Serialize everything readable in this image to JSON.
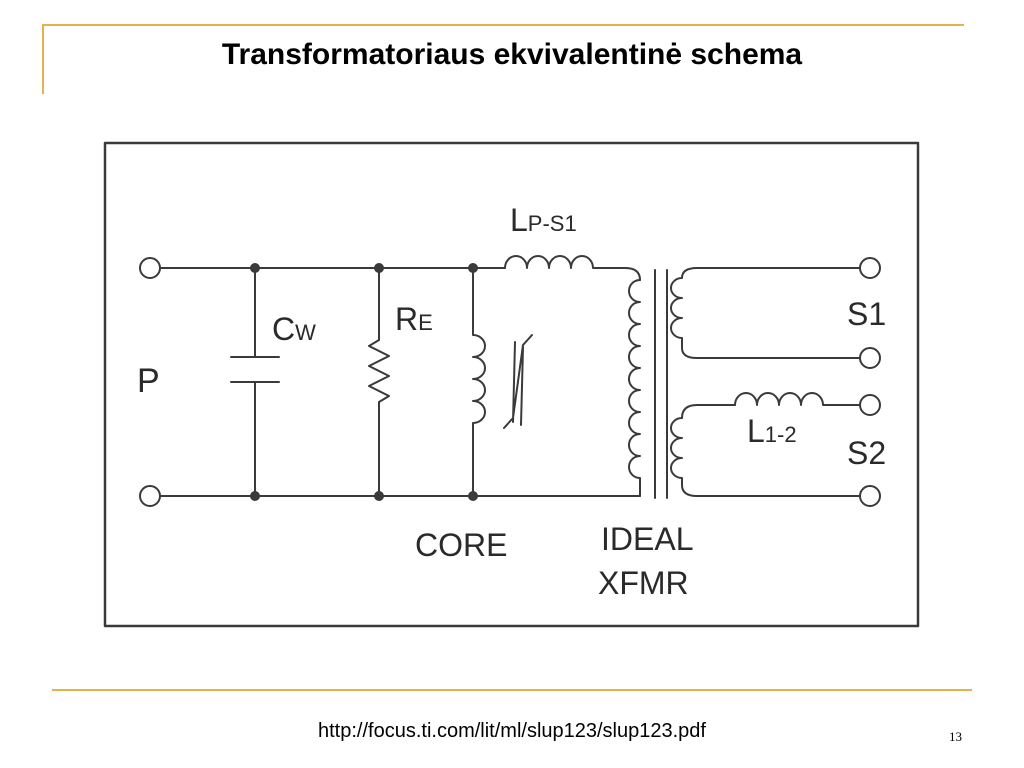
{
  "slide": {
    "title": "Transformatoriaus ekvivalentinė schema",
    "url": "http://focus.ti.com/lit/ml/slup123/slup123.pdf",
    "page_number": "13"
  },
  "diagram": {
    "label_p": "P",
    "label_cw_main": "C",
    "label_cw_sub": "W",
    "label_re_main": "R",
    "label_re_sub": "E",
    "label_lps1_main": "L",
    "label_lps1_sub": "P-S1",
    "label_l12_main": "L",
    "label_l12_sub": "1-2",
    "label_s1": "S1",
    "label_s2": "S2",
    "label_core": "CORE",
    "label_ideal": "IDEAL",
    "label_xfmr": "XFMR"
  },
  "colors": {
    "accent": "#e3b24a",
    "line": "#3a3a3a"
  }
}
